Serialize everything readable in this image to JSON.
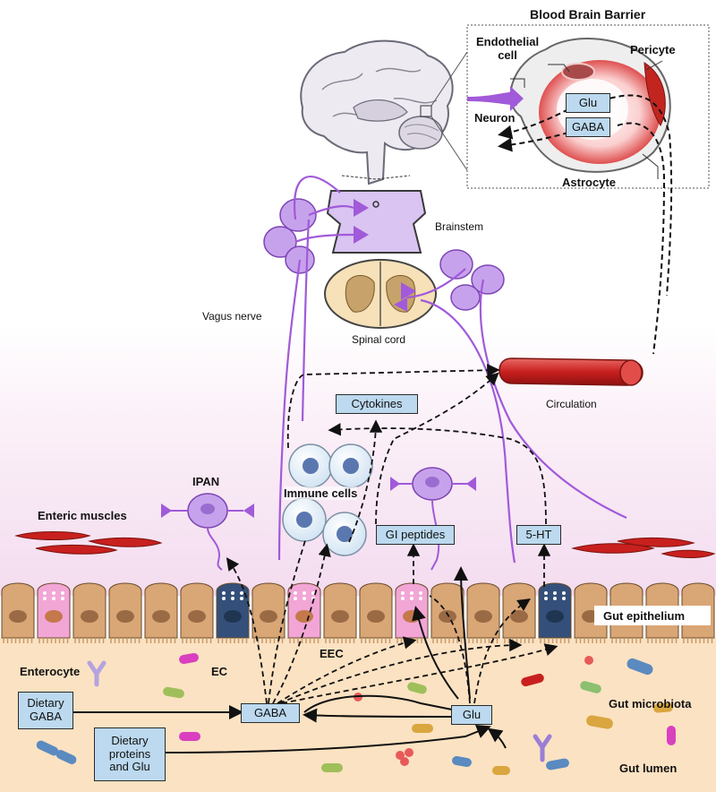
{
  "labels": {
    "bbb_title": "Blood Brain Barrier",
    "endothelial": "Endothelial\ncell",
    "pericyte": "Pericyte",
    "neuron": "Neuron",
    "astrocyte": "Astrocyte",
    "brainstem": "Brainstem",
    "spinal_cord": "Spinal cord",
    "vagus": "Vagus nerve",
    "circulation": "Circulation",
    "ipan": "IPAN",
    "immune": "Immune cells",
    "enteric_muscles": "Enteric muscles",
    "gut_epithelium": "Gut epithelium",
    "enterocyte": "Enterocyte",
    "ec": "EC",
    "eec": "EEC",
    "gut_microbiota": "Gut microbiota",
    "gut_lumen": "Gut lumen"
  },
  "boxes": {
    "bbb_glu": "Glu",
    "bbb_gaba": "GABA",
    "cytokines": "Cytokines",
    "gi_peptides": "GI peptides",
    "ht5": "5-HT",
    "gaba": "GABA",
    "glu": "Glu",
    "dietary_gaba": "Dietary\nGABA",
    "dietary_proteins": "Dietary\nproteins\nand Glu"
  },
  "colors": {
    "neuron_purple": "#a15ad9",
    "box_blue": "#bcd9ef",
    "vessel_red": "#c8201e",
    "enterocyte": "#d9a676",
    "eec_pink": "#f2a6d6",
    "ec_navy": "#34507a",
    "lumen": "#fbe2c2",
    "tissue_pink": "#f7e4f4"
  }
}
